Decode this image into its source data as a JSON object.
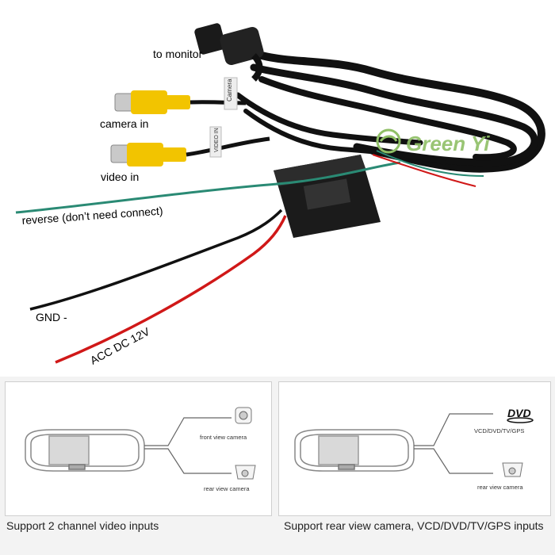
{
  "photo": {
    "labels": {
      "to_monitor": "to monitor",
      "camera_in": "camera in",
      "video_in": "video in",
      "reverse": "reverse (don’t need connect)",
      "gnd": "GND -",
      "acc": "ACC DC 12V"
    },
    "connector_tags": {
      "camera": "Camera",
      "video": "VIDEO IN"
    },
    "watermark": "Green Yi"
  },
  "diagram_left": {
    "label_front": "front view camera",
    "label_rear": "rear view camera",
    "caption": "Support 2 channel video inputs"
  },
  "diagram_right": {
    "label_dvd_logo": "DVD",
    "label_source": "VCD/DVD/TV/GPS",
    "label_rear": "rear view camera",
    "caption": "Support rear view camera, VCD/DVD/TV/GPS inputs"
  },
  "colors": {
    "rca_yellow": "#f2c400",
    "wire_red": "#d01818",
    "wire_green": "#2a8a74",
    "cable_black": "#111111",
    "watermark_green": "#8fbf66"
  }
}
